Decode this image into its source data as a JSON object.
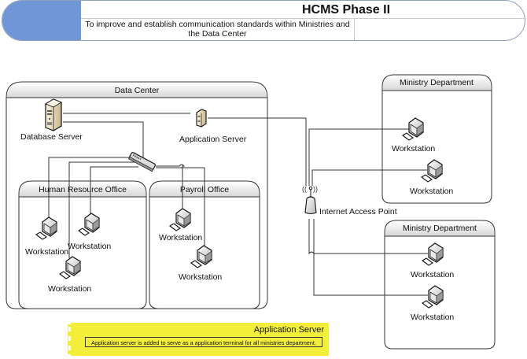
{
  "header": {
    "title": "HCMS Phase II",
    "description": "To improve and establish communication standards within Ministries and the Data Center",
    "accent_color": "#6f96d6"
  },
  "diagram": {
    "data_center": {
      "title": "Data Center",
      "database_server": "Database Server",
      "application_server": "Application Server",
      "switch": "switch",
      "hr_office": {
        "title": "Human Resource Office",
        "workstations": [
          "Workstation",
          "Workstation",
          "Workstation"
        ]
      },
      "payroll_office": {
        "title": "Payroll Office",
        "workstations": [
          "Workstation",
          "Workstation"
        ]
      }
    },
    "access_point": "Internet Access Point",
    "ministry_departments": [
      {
        "title": "Ministry Department",
        "workstations": [
          "Workstation",
          "Workstation"
        ]
      },
      {
        "title": "Ministry Department",
        "workstations": [
          "Workstation",
          "Workstation"
        ]
      }
    ]
  },
  "note": {
    "title": "Application Server",
    "text": "Application server is added to serve as a application terminal for all ministries department.",
    "color": "#f2ee3a"
  }
}
